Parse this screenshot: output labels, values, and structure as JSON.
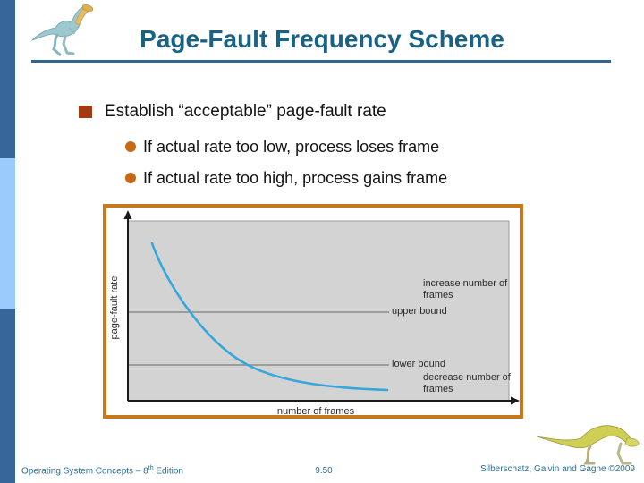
{
  "slide": {
    "title": "Page-Fault Frequency Scheme",
    "bullets": {
      "level1": "Establish “acceptable” page-fault rate",
      "level2": [
        "If actual rate too low, process loses frame",
        "If actual rate too high, process gains frame"
      ]
    }
  },
  "figure": {
    "y_axis_label": "page-fault rate",
    "x_axis_label": "number of frames",
    "upper_bound_label": "upper bound",
    "lower_bound_label": "lower bound",
    "increase_label": "increase number of frames",
    "decrease_label": "decrease number of frames"
  },
  "footer": {
    "left_prefix": "Operating System Concepts – 8",
    "left_sup": "th",
    "left_suffix": " Edition",
    "page_number": "9.50",
    "right": "Silberschatz, Galvin and Gagne ©2009"
  },
  "colors": {
    "title_teal": "#1A6284",
    "sidebar_dark_blue": "#36679B",
    "sidebar_light_blue": "#9BCBFC",
    "bullet_square": "#A23B12",
    "bullet_circle": "#C86A14",
    "figure_border_orange": "#C8791E",
    "plot_background_gray": "#D3D3D3",
    "curve_blue": "#35A7DB",
    "footer_teal": "#2E6D8F"
  },
  "chart_data": {
    "type": "line",
    "title": "",
    "xlabel": "number of frames",
    "ylabel": "page-fault rate",
    "axes_numeric": false,
    "note": "conceptual diagram; values are percent of plot area (x from left, y from bottom)",
    "series": [
      {
        "name": "page-fault rate curve",
        "x": [
          6,
          10,
          16,
          22,
          31,
          40,
          50,
          60,
          68
        ],
        "y": [
          88,
          68,
          49,
          33,
          20,
          13,
          9,
          7,
          6
        ]
      }
    ],
    "reference_lines": [
      {
        "label": "upper bound",
        "y": 49
      },
      {
        "label": "lower bound",
        "y": 20
      }
    ],
    "annotations": [
      {
        "text": "increase number of frames",
        "position": "above upper bound, right side"
      },
      {
        "text": "decrease number of frames",
        "position": "below lower bound, right side"
      }
    ],
    "legend": "none",
    "grid": false
  }
}
